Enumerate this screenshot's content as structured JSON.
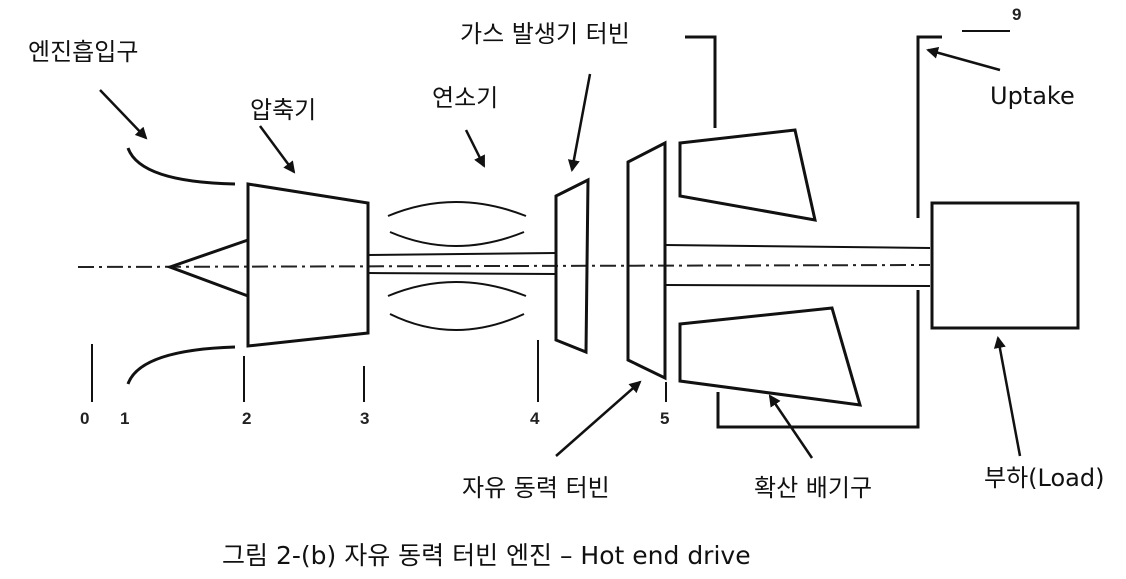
{
  "labels": {
    "inlet": "엔진흡입구",
    "compressor": "압축기",
    "combustor": "연소기",
    "gas_generator_turbine": "가스 발생기 터빈",
    "uptake": "Uptake",
    "free_power_turbine": "자유 동력 터빈",
    "diffuser_exhaust": "확산 배기구",
    "load": "부하(Load)"
  },
  "station_numbers": [
    "0",
    "1",
    "2",
    "3",
    "4",
    "5",
    "9"
  ],
  "caption": "그림 2-(b) 자유 동력 터빈 엔진 – Hot end drive"
}
